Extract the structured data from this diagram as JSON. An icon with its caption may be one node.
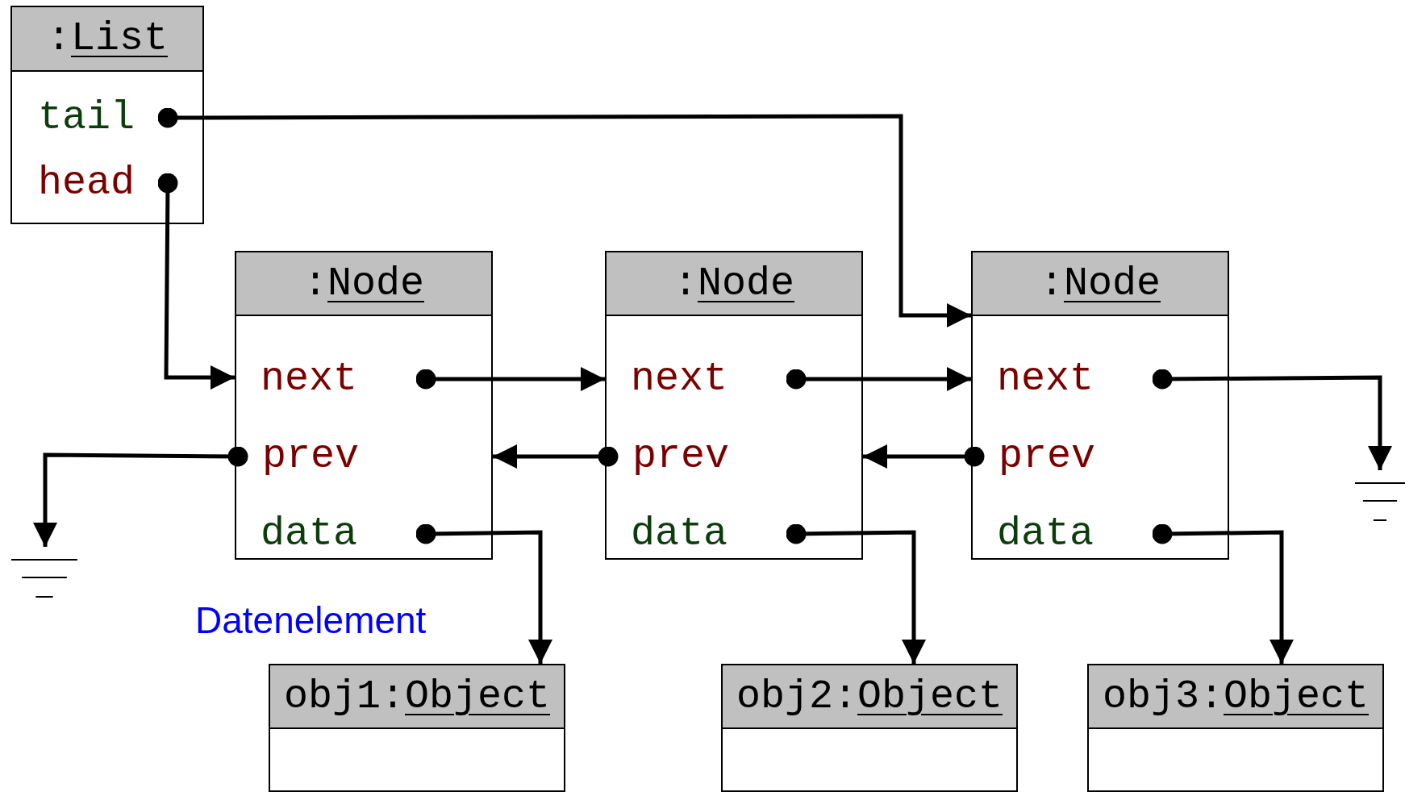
{
  "diagram": {
    "nodes": [
      {
        "text": [
          ":List"
        ]
      },
      {
        "text": [
          "tail"
        ],
        "in": 0
      },
      {
        "text": [
          "head"
        ],
        "in": 0
      },
      {
        "text": [
          ":Node"
        ]
      },
      {
        "text": [
          "next"
        ],
        "in": 3
      },
      {
        "text": [
          "prev"
        ],
        "in": 3
      },
      {
        "text": [
          "data"
        ],
        "in": 3
      },
      {
        "text": [
          ":Node"
        ]
      },
      {
        "text": [
          "next"
        ],
        "in": 7
      },
      {
        "text": [
          "prev"
        ],
        "in": 7
      },
      {
        "text": [
          "data"
        ],
        "in": 7
      },
      {
        "text": [
          ":Node"
        ]
      },
      {
        "text": [
          "next"
        ],
        "in": 11
      },
      {
        "text": [
          "prev"
        ],
        "in": 11
      },
      {
        "text": [
          "data"
        ],
        "in": 11
      },
      {
        "text": [],
        "shape": "ground"
      },
      {
        "text": [],
        "shape": "ground"
      },
      {
        "text": [
          "obj1:Object"
        ]
      },
      {
        "text": [
          "obj2:Object"
        ]
      },
      {
        "text": [
          "obj3:Object"
        ]
      }
    ],
    "edges": [
      {
        "from": 1,
        "to": 11,
        "arrow": "to"
      },
      {
        "from": 2,
        "to": 3,
        "arrow": "to"
      },
      {
        "from": 4,
        "to": 7,
        "arrow": "to"
      },
      {
        "from": 9,
        "to": 3,
        "arrow": "to"
      },
      {
        "from": 6,
        "to": 17,
        "arrow": "to"
      },
      {
        "from": 8,
        "to": 11,
        "arrow": "to"
      },
      {
        "from": 13,
        "to": 7,
        "arrow": "to"
      },
      {
        "from": 10,
        "to": 18,
        "arrow": "to"
      },
      {
        "from": 12,
        "to": 16,
        "arrow": "to"
      },
      {
        "from": 5,
        "to": 15,
        "arrow": "to"
      },
      {
        "from": 14,
        "to": 19,
        "arrow": "to"
      }
    ],
    "labels": [
      "Datenelement"
    ]
  }
}
